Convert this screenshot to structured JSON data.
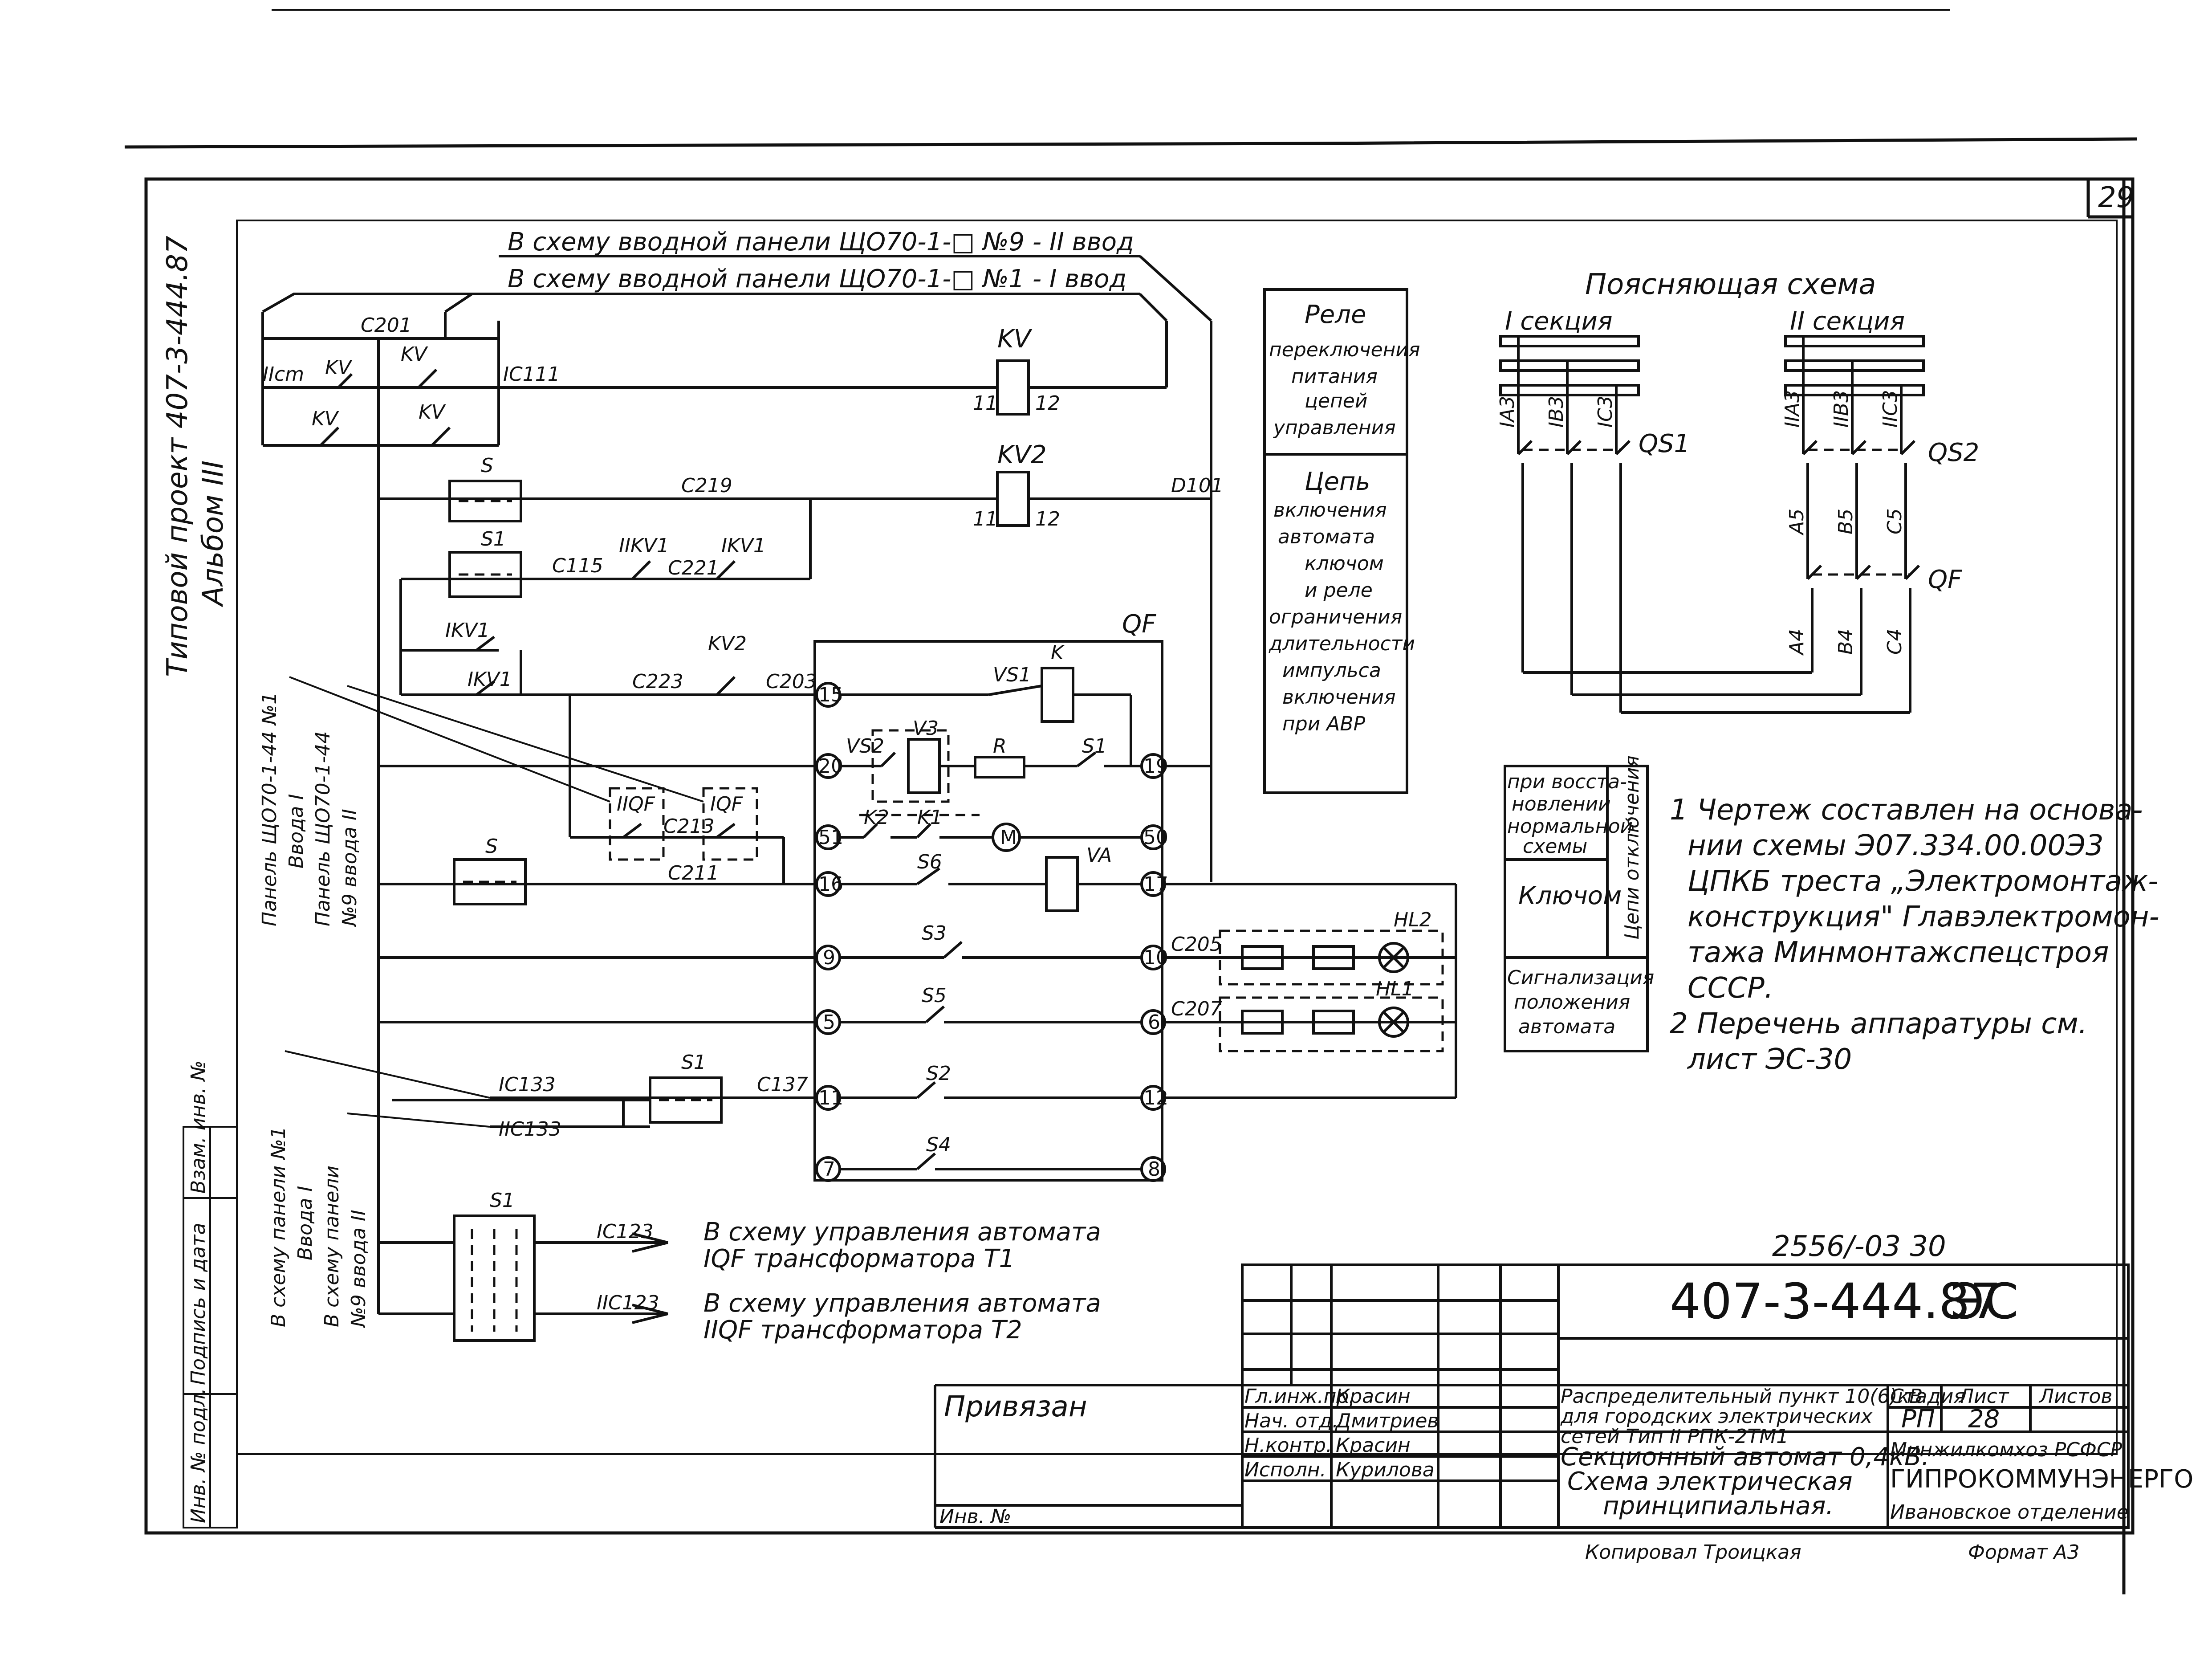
{
  "sheet": {
    "page_number": "29",
    "side_title_line1": "Типовой проект 407-3-444.87",
    "side_title_line2": "Альбом III",
    "side_labels": [
      "Инв. № подл.",
      "Подпись и дата",
      "Взам. инв. №"
    ]
  },
  "supply": {
    "line1": "В схему вводной панели ЩО70-1-□ №9 - II ввод",
    "line2": "В схему вводной панели ЩО70-1-□ №1 - I ввод"
  },
  "left_side": {
    "panel_label": [
      "Панель ЩО70-1-44 №1",
      "Ввода I",
      "Панель ЩО70-1-44",
      "№9 ввода II"
    ],
    "scheme_label": [
      "В схему панели №1",
      "Ввода I",
      "В схему панели",
      "№9 ввода II"
    ]
  },
  "labels": {
    "C201": "С201",
    "IIcm": "IIсm",
    "KV": "KV",
    "IC111": "IС111",
    "S": "S",
    "S1": "S1",
    "C219": "С219",
    "C115": "С115",
    "IIKV1": "IIKV1",
    "C221": "С221",
    "IKV1": "IKV1",
    "C223": "С223",
    "KV2": "KV2",
    "C203": "С203",
    "QF": "QF",
    "VS1": "VS1",
    "K": "K",
    "VS2": "VS2",
    "V3": "V3",
    "R": "R",
    "K2": "K2",
    "K1": "K1",
    "M": "M",
    "S6": "S6",
    "VA": "VA",
    "S3": "S3",
    "S5": "S5",
    "S2": "S2",
    "S4": "S4",
    "IIQF": "IIQF",
    "IQF": "IQF",
    "C213": "С213",
    "C211": "С211",
    "IC133": "IС133",
    "IIC133": "IIС133",
    "C137": "С137",
    "C205": "С205",
    "C207": "С207",
    "HL1": "HL1",
    "HL2": "HL2",
    "D101": "D101",
    "IC123": "IС123",
    "IIC123": "IIС123"
  },
  "terminals": {
    "kv_coil": [
      "11",
      "12"
    ],
    "kv2_coil": [
      "11",
      "12"
    ],
    "qf_left": [
      "15",
      "20",
      "51",
      "16",
      "9",
      "5",
      "11",
      "7"
    ],
    "qf_right": [
      "19",
      "50",
      "17",
      "10",
      "6",
      "12",
      "8"
    ]
  },
  "outputs": {
    "out1_line1": "В схему управления автомата",
    "out1_line2": "IQF трансформатора Т1",
    "out2_line1": "В схему управления автомата",
    "out2_line2": "IIQF трансформатора Т2"
  },
  "legend_top": {
    "item1": [
      "Реле",
      "переключения",
      "питания",
      "цепей",
      "управления"
    ],
    "item2": [
      "Цепь",
      "включения",
      "автомата",
      "ключом",
      "и реле",
      "ограничения",
      "длительности",
      "импульса",
      "включения",
      "при АВР"
    ]
  },
  "legend_mid": {
    "col_left": [
      "при восста-",
      "новлении",
      "нормальной",
      "схемы"
    ],
    "key": "Ключом",
    "col_right": "Цепи отключения",
    "signal": [
      "Сигнализация",
      "положения",
      "автомата"
    ]
  },
  "explain": {
    "title": "Поясняющая схема",
    "sec1": "I секция",
    "sec2": "II секция",
    "qs1": "QS1",
    "qs2": "QS2",
    "qf": "QF",
    "fuse_left": [
      "IA3",
      "IB3",
      "IC3"
    ],
    "fuse_right": [
      "IIA3",
      "IIB3",
      "IIC3"
    ],
    "mid_labels": [
      "A5",
      "B5",
      "C5"
    ],
    "low_labels": [
      "A4",
      "B4",
      "C4"
    ]
  },
  "notes": [
    "1 Чертеж составлен на основа-",
    "нии схемы Э07.334.00.00Э3",
    "ЦПКБ треста „Электромонтаж-",
    "конструкция\" Главэлектромон-",
    "тажа Минмонтажспецстроя",
    "СССР.",
    "2 Перечень аппаратуры см.",
    "лист ЭС-30"
  ],
  "stamp": {
    "ref_top": "2556/-03  30",
    "code": "407-3-444.87",
    "sheet_code": "ЭС",
    "privyazan": "Привязан",
    "inv": "Инв. №",
    "roles": [
      "Гл.инж.пр.",
      "Нач. отд.",
      "Н.контр.",
      "Исполн."
    ],
    "names": [
      "Красин",
      "Дмитриев",
      "Красин",
      "Курилова"
    ],
    "title1": [
      "Распределительный пункт 10(6)кВ",
      "для городских электрических",
      "сетей  Тип II РПК-2ТМ1"
    ],
    "title2": [
      "Секционный автомат 0,4кВ.",
      "Схема электрическая",
      "принципиальная."
    ],
    "stage_h": "Стадия",
    "sheet_h": "Лист",
    "sheets_h": "Листов",
    "stage": "РП",
    "sheet_no": "28",
    "org": [
      "Минжилкомхоз РСФСР",
      "ГИПРОКОММУНЭНЕРГО",
      "Ивановское отделение"
    ],
    "copied": "Копировал   Троицкая",
    "format": "Формат А3"
  }
}
